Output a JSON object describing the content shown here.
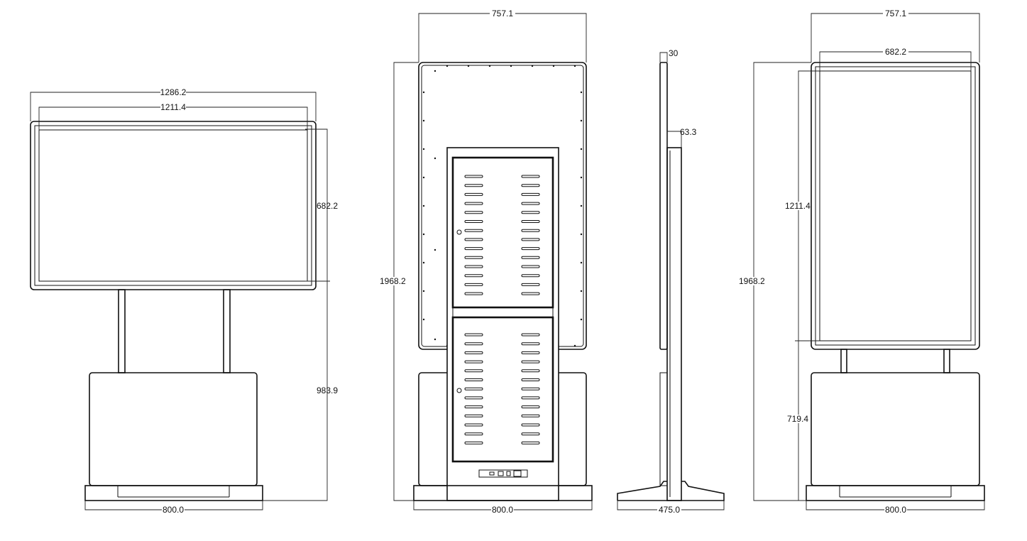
{
  "views": {
    "front_landscape": {
      "overall_width": "1286.2",
      "screen_width": "1211.4",
      "screen_height": "682.2",
      "lower_height": "983.9",
      "base_width": "800.0"
    },
    "rear_portrait": {
      "overall_width": "757.1",
      "total_height": "1968.2",
      "base_width": "800.0"
    },
    "side": {
      "panel_depth": "30",
      "cabinet_depth": "63.3",
      "foot_depth": "475.0"
    },
    "front_portrait": {
      "overall_width": "757.1",
      "screen_width": "682.2",
      "total_height": "1968.2",
      "screen_height": "1211.4",
      "lower_height": "719.4",
      "base_width": "800.0"
    }
  }
}
